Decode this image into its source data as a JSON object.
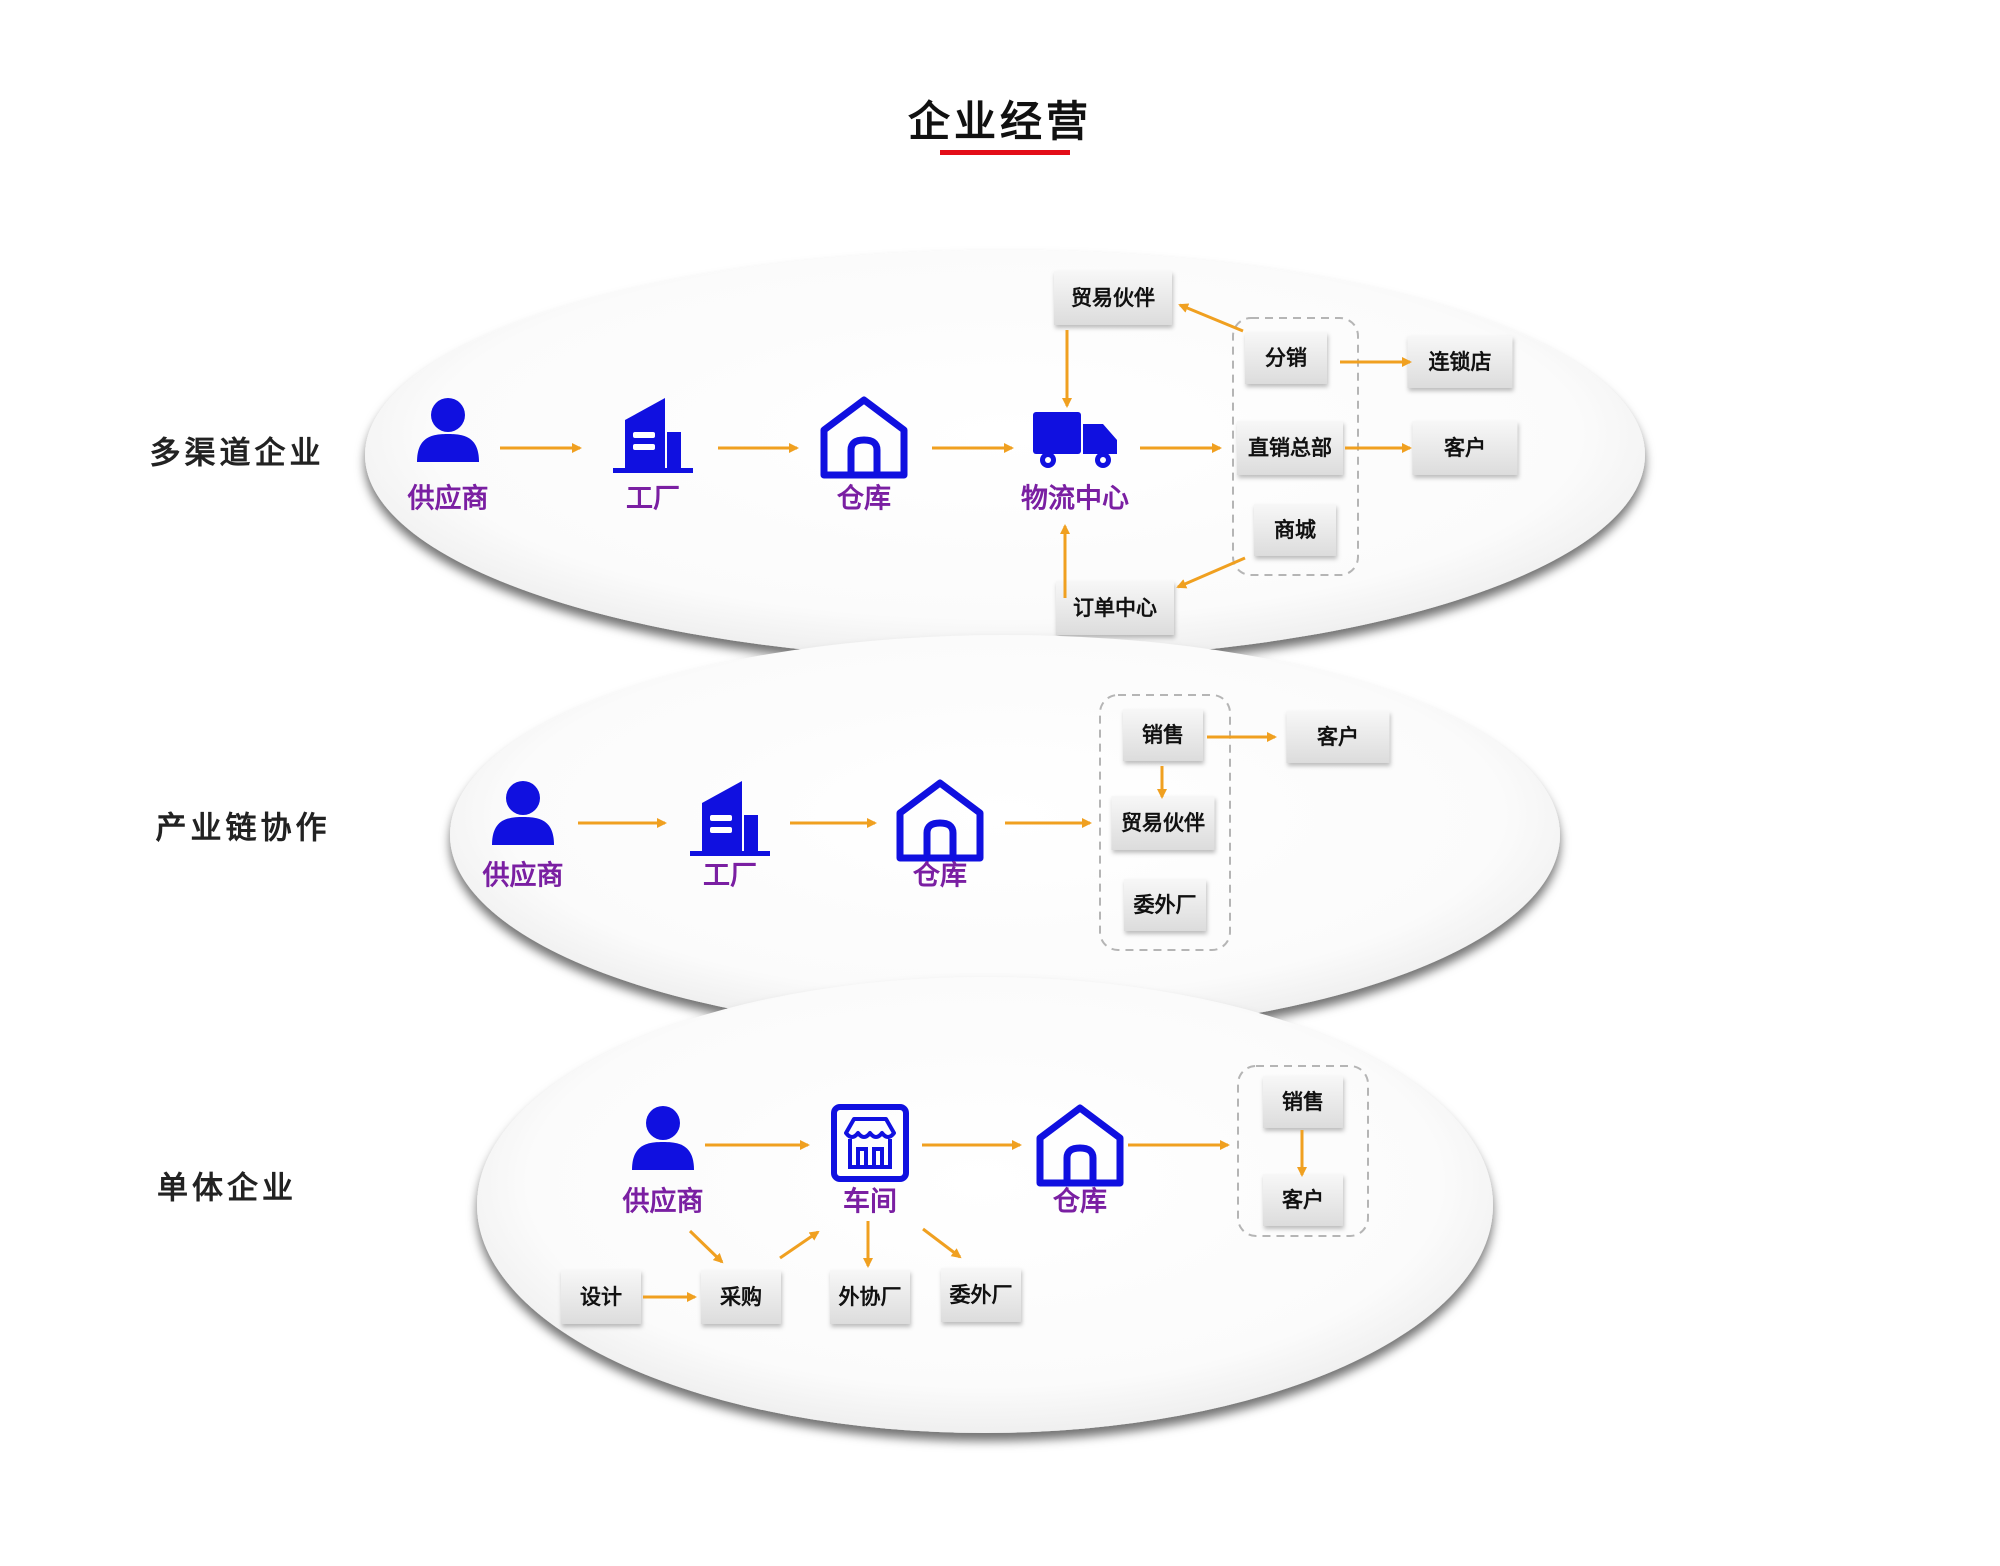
{
  "page": {
    "title": "企业经营"
  },
  "colors": {
    "accent": "#e30d18",
    "icon": "#1010e0",
    "node_text": "#7a1fa2",
    "arrow": "#f0a020",
    "box_fill": "#e6e6e6"
  },
  "rows": [
    {
      "label": "多渠道企业",
      "nodes": [
        {
          "icon": "person-icon",
          "label": "供应商"
        },
        {
          "icon": "building-icon",
          "label": "工厂"
        },
        {
          "icon": "warehouse-icon",
          "label": "仓库"
        },
        {
          "icon": "truck-icon",
          "label": "物流中心"
        }
      ],
      "boxes": [
        "贸易伙伴",
        "分销",
        "连锁店",
        "直销总部",
        "客户",
        "商城",
        "订单中心"
      ]
    },
    {
      "label": "产业链协作",
      "nodes": [
        {
          "icon": "person-icon",
          "label": "供应商"
        },
        {
          "icon": "building-icon",
          "label": "工厂"
        },
        {
          "icon": "warehouse-icon",
          "label": "仓库"
        }
      ],
      "boxes": [
        "销售",
        "客户",
        "贸易伙伴",
        "委外厂"
      ]
    },
    {
      "label": "单体企业",
      "nodes": [
        {
          "icon": "person-icon",
          "label": "供应商"
        },
        {
          "icon": "workshop-icon",
          "label": "车间"
        },
        {
          "icon": "warehouse-icon",
          "label": "仓库"
        }
      ],
      "boxes": [
        "销售",
        "客户",
        "设计",
        "采购",
        "外协厂",
        "委外厂"
      ]
    }
  ]
}
